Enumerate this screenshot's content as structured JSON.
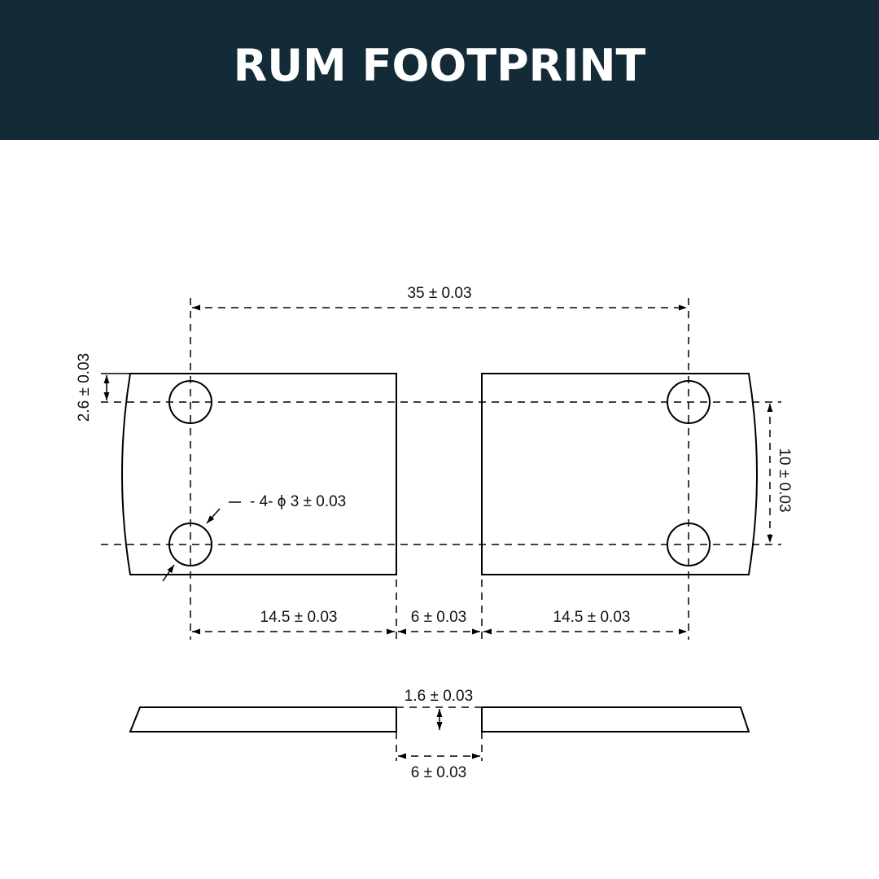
{
  "title": "RUM FOOTPRINT",
  "colors": {
    "header_bg": "#132b37",
    "header_text": "#ffffff",
    "line": "#000000"
  },
  "dimensions": {
    "overall": "35 ± 0.03",
    "hole_offset": "2.6 ± 0.03",
    "hole_spacing": "10 ± 0.03",
    "holes": "- 4- ϕ 3 ± 0.03",
    "left_pad": "14.5 ± 0.03",
    "gap": "6 ± 0.03",
    "right_pad": "14.5 ± 0.03",
    "thickness": "1.6 ± 0.03",
    "side_gap": "6 ± 0.03"
  }
}
